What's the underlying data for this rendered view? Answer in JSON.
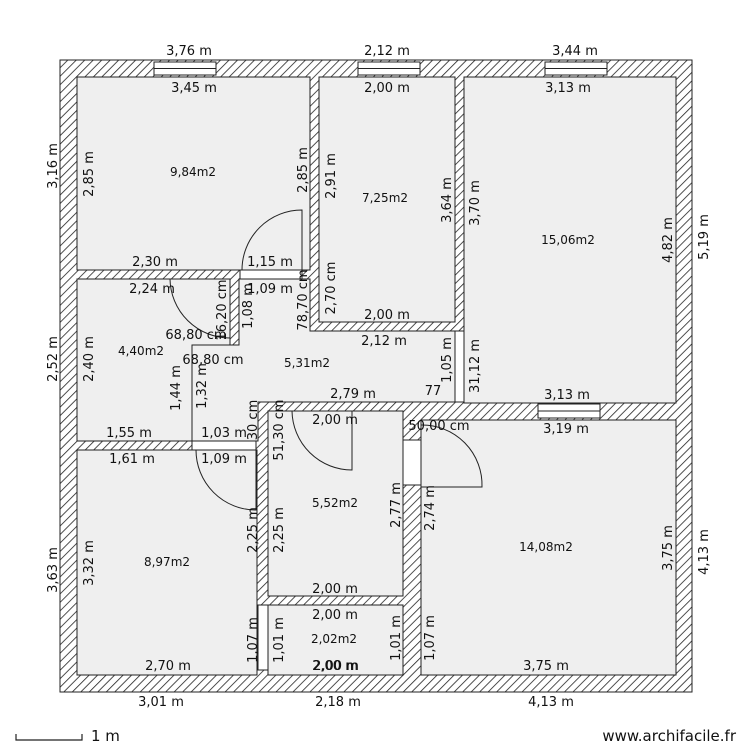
{
  "rooms": [
    {
      "name": "room-top-left",
      "area": "9,84m2"
    },
    {
      "name": "room-top-middle",
      "area": "7,25m2"
    },
    {
      "name": "room-top-right",
      "area": "15,06m2"
    },
    {
      "name": "room-left-small",
      "area": "4,40m2"
    },
    {
      "name": "room-hall",
      "area": "5,31m2"
    },
    {
      "name": "room-bottom-left",
      "area": "8,97m2"
    },
    {
      "name": "room-bath",
      "area": "5,52m2"
    },
    {
      "name": "room-wc",
      "area": "2,02m2"
    },
    {
      "name": "room-bottom-right",
      "area": "14,08m2"
    }
  ],
  "dimensions": {
    "top": [
      "3,76 m",
      "2,12 m",
      "3,44 m"
    ],
    "top_inner": [
      "3,45 m",
      "2,00 m",
      "3,13 m"
    ],
    "bottom": [
      "3,01 m",
      "2,18 m",
      "4,13 m"
    ],
    "bottom_inner": [
      "2,70 m",
      "2,00 m",
      "3,75 m"
    ],
    "left": [
      "3,16 m",
      "2,52 m",
      "3,63 m"
    ],
    "left_inner": [
      "2,85 m",
      "2,40 m",
      "3,32 m"
    ],
    "right": [
      "5,19 m",
      "4,13 m"
    ],
    "right_inner": [
      "4,82 m",
      "3,75 m"
    ],
    "inner": [
      "2,30 m",
      "1,15 m",
      "2,24 m",
      "1,09 m",
      "2,85 m",
      "2,91 m",
      "3,64 m",
      "3,70 m",
      "2,00 m",
      "2,12 m",
      "2,70 cm",
      "78,70 cm",
      "68,80 cm",
      "68,80 cm",
      "16,20 cm",
      "1,08 m",
      "1,44 m",
      "1,32 m",
      "1,55 m",
      "1,61 m",
      "1,03 m",
      "1,09 m",
      "30 cm",
      "51,30 cm",
      "2,79 m",
      "2,00 m",
      "1,05 m",
      "31,12 m",
      "77",
      "50,00 cm",
      "3,13 m",
      "3,19 m",
      "2,25 m",
      "2,25 m",
      "2,77 m",
      "2,74 m",
      "2,00 m",
      "2,00 m",
      "1,07 m",
      "1,01 m",
      "1,01 m",
      "2,00 m",
      "1,07 m"
    ]
  },
  "footer": {
    "scale": "1 m",
    "credit": "www.archifacile.fr"
  }
}
